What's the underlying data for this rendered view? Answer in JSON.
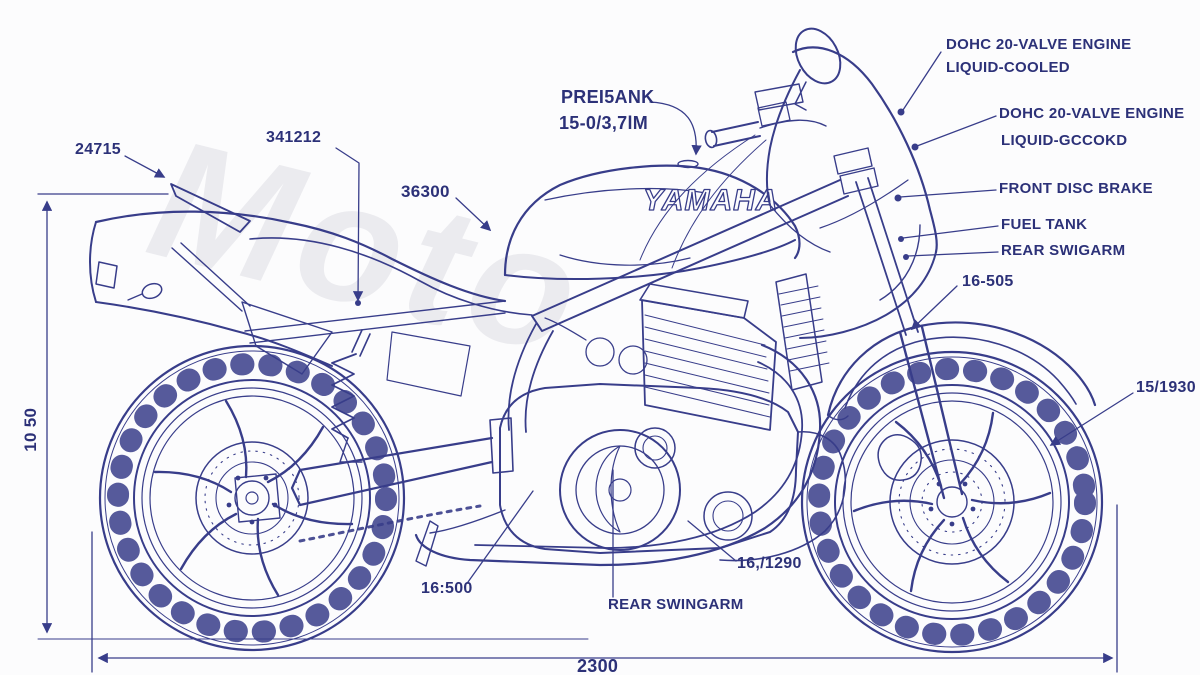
{
  "colors": {
    "line": "#383d8a",
    "text": "#2c3178",
    "background": "#fcfcfd",
    "watermark": "#7d7d91"
  },
  "logo": "YAMAHA",
  "watermark": "Moto",
  "labels": {
    "tail_number": "24715",
    "seat_number": "341212",
    "seat_front_number": "36300",
    "tank_spec_line1": "PREI5ANK",
    "tank_spec_line2": "15-0/3,7lM",
    "engine_callout_top": {
      "line1": "DOHC 20-VALVE ENGINE",
      "line2": "LIQUID-COOLED"
    },
    "engine_callout_side": {
      "line1": "DOHC 20-VALVE ENGINE",
      "line2": "LIQUID-GCCOKD"
    },
    "front_disc_brake": "FRONT DISC BRAKE",
    "fuel_tank": "FUEL TANK",
    "rear_swingarm_upper": "REAR SWIGARM",
    "fork_number": "16-505",
    "front_wheel_number": "15/1930",
    "exhaust_number": "16:500",
    "rear_swingarm_lower": "REAR SWINGARM",
    "muffler_number": "16,/1290"
  },
  "dimensions": {
    "overall_height": "10 50",
    "overall_length": "2300"
  }
}
